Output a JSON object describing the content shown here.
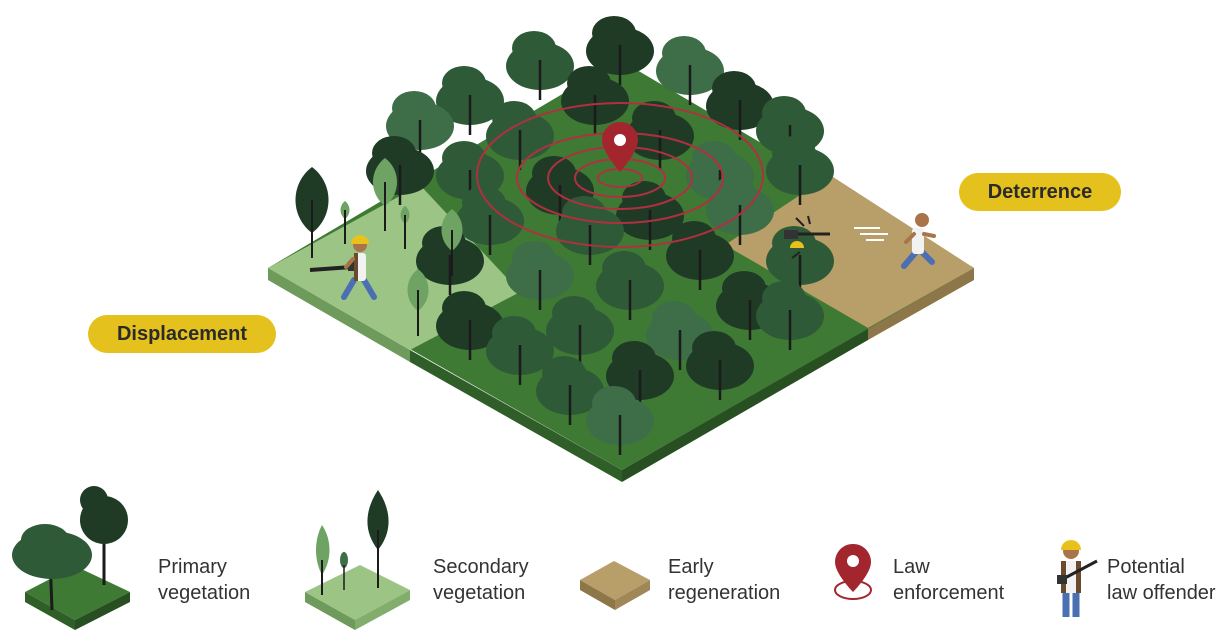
{
  "labels": {
    "displacement": "Displacement",
    "deterrence": "Deterrence"
  },
  "legend": [
    {
      "key": "primary",
      "line1": "Primary",
      "line2": "vegetation"
    },
    {
      "key": "secondary",
      "line1": "Secondary",
      "line2": "vegetation"
    },
    {
      "key": "early",
      "line1": "Early",
      "line2": "regeneration"
    },
    {
      "key": "law",
      "line1": "Law",
      "line2": "enforcement"
    },
    {
      "key": "offender",
      "line1": "Potential",
      "line2": "law offender"
    }
  ],
  "colors": {
    "primary_ground": "#3f7a34",
    "primary_side_left": "#2f5e28",
    "primary_side_right": "#274f21",
    "secondary_ground": "#9cc585",
    "secondary_side": "#6e9a5c",
    "early_ground": "#b89e68",
    "early_side": "#8d7748",
    "tree_dark": "#1f3b26",
    "tree_mid": "#2e5a37",
    "tree_light": "#3d6e47",
    "tree_light_green": "#6ea364",
    "trunk": "#1b1b1b",
    "pin": "#a3262f",
    "rings": "#b03040",
    "tag": "#e5c11d",
    "helmet": "#e8c21a",
    "skin": "#a9744a",
    "jeans": "#4a6fb3"
  }
}
